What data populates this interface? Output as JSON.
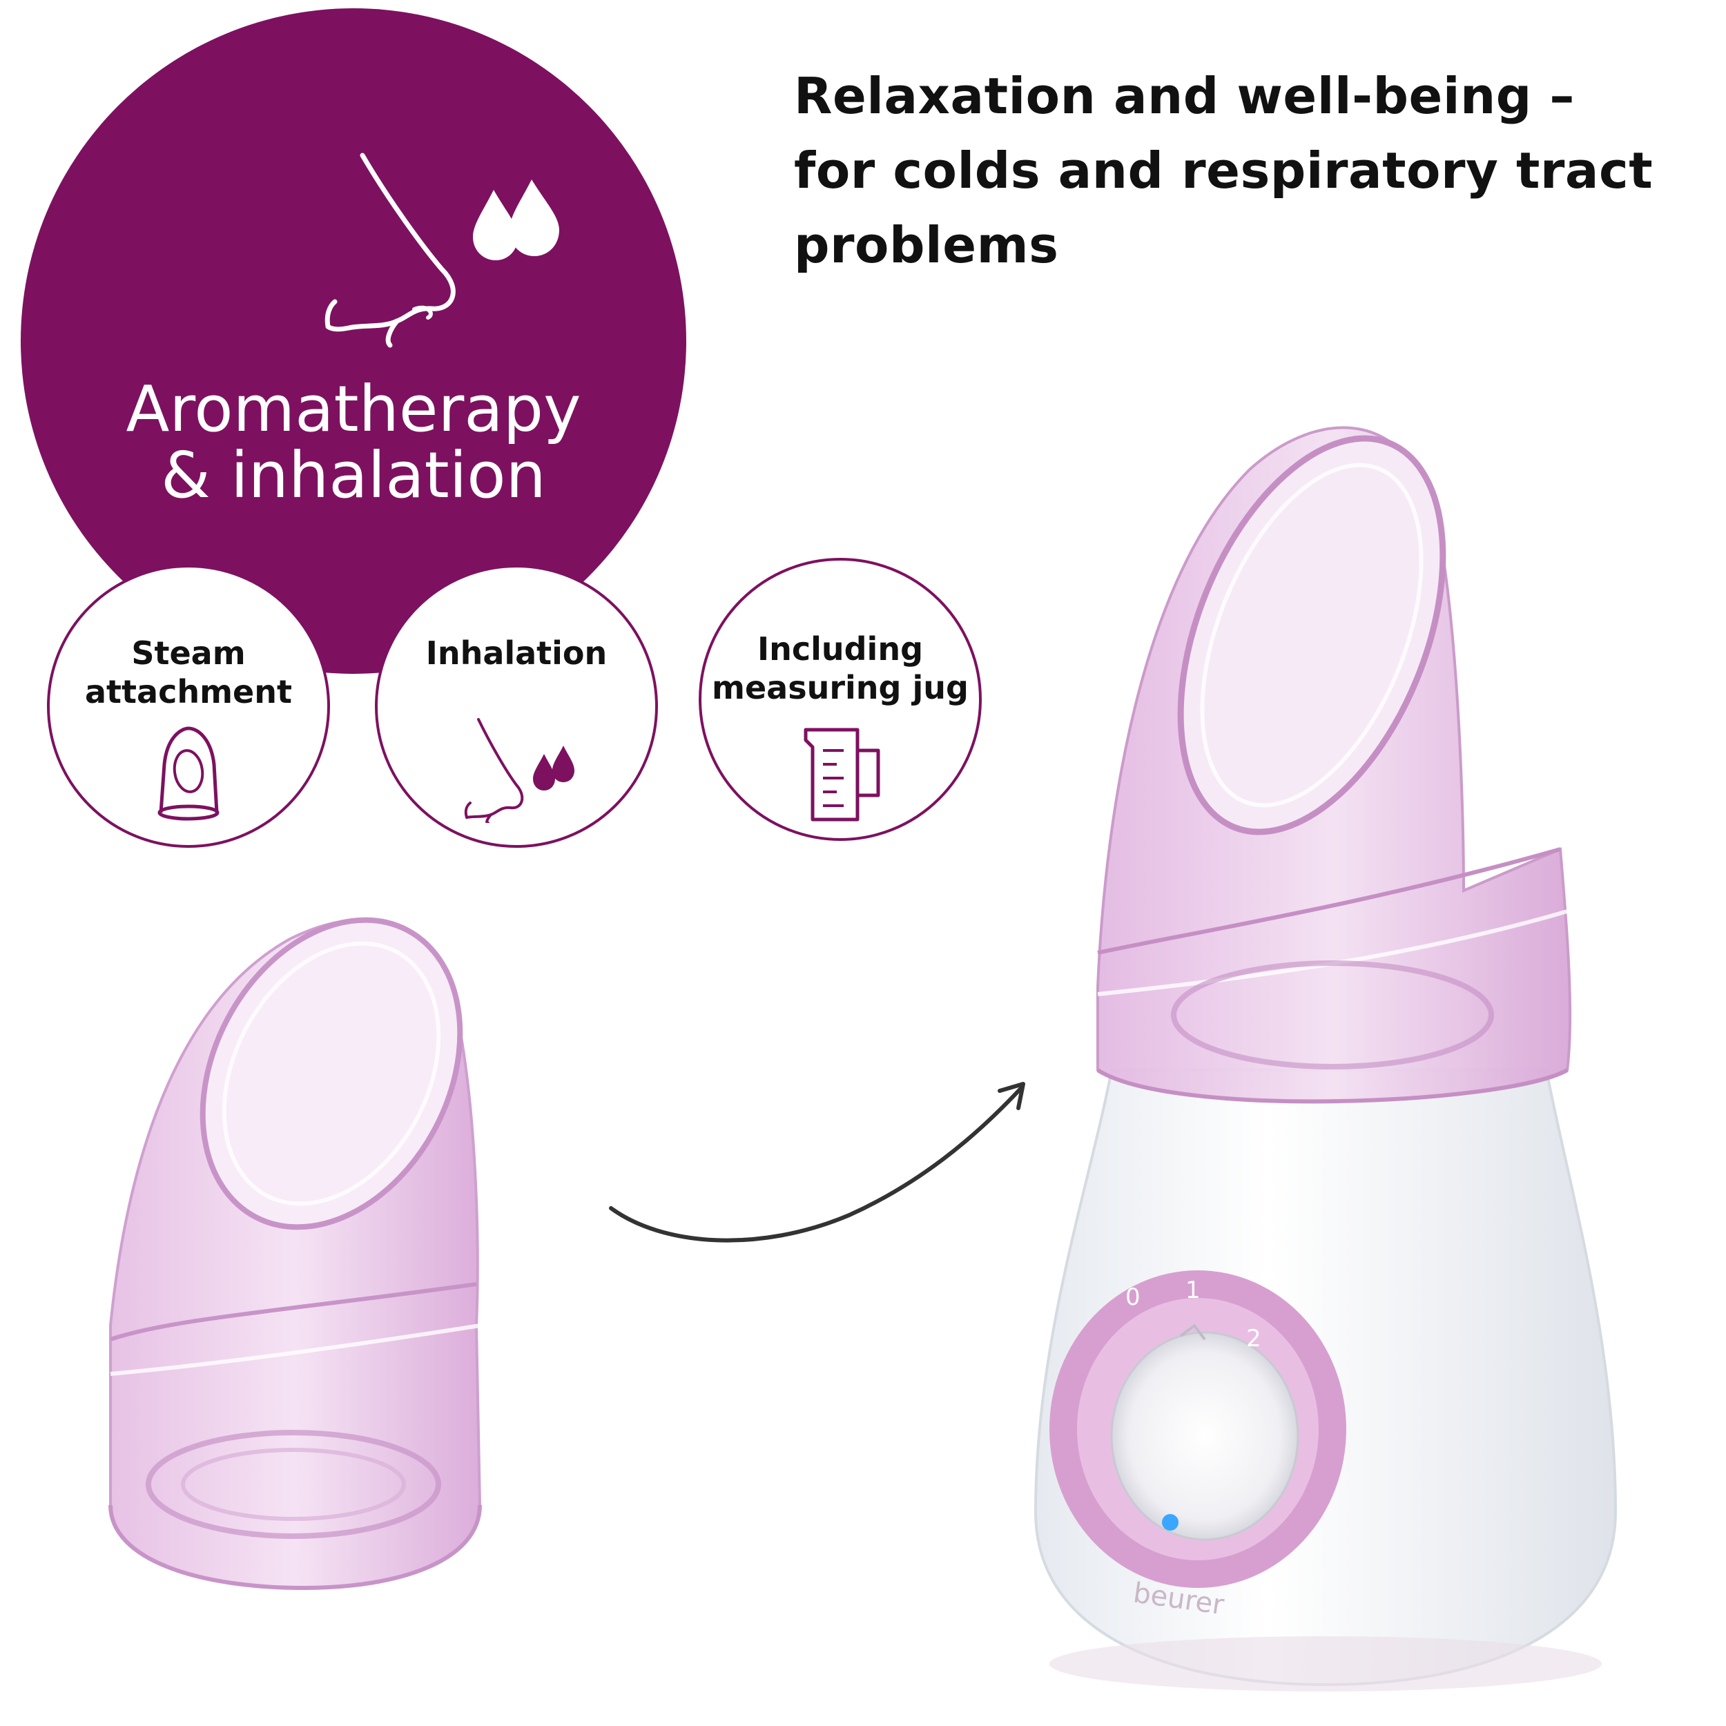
{
  "headline": {
    "line1": "Relaxation and well-being –",
    "line2": "for colds and respiratory tract",
    "line3": "problems"
  },
  "feature": {
    "title_line1": "Aromatherapy",
    "title_line2": "& inhalation",
    "icon": "nose-with-drops-icon"
  },
  "badges": [
    {
      "line1": "Steam",
      "line2": "attachment",
      "icon": "steam-attachment-icon"
    },
    {
      "line1": "Inhalation",
      "line2": "",
      "icon": "nose-with-drops-icon"
    },
    {
      "line1": "Including",
      "line2": "measuring jug",
      "icon": "measuring-jug-icon"
    }
  ],
  "device": {
    "brand": "beurer",
    "dial_positions": [
      "0",
      "1",
      "2"
    ]
  },
  "colors": {
    "brand_purple": "#7d1160",
    "attachment_pink": "#e9c6e6",
    "dial_ring": "#d99bd0",
    "indicator_blue": "#3aa6ff"
  }
}
